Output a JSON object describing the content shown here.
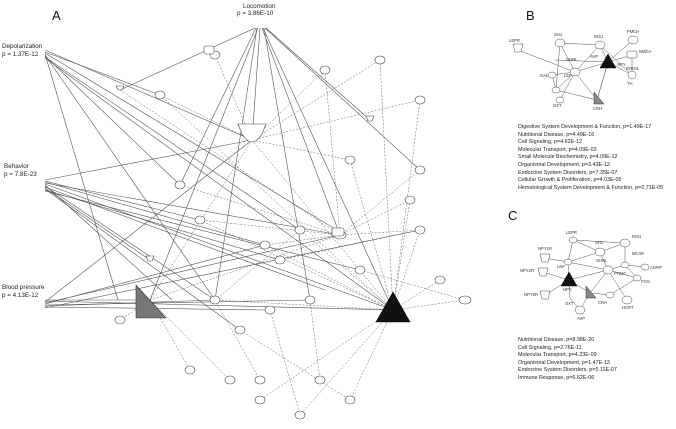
{
  "panel_a": {
    "letter": "A",
    "functions": [
      {
        "name": "Locomotion",
        "p": "p = 3.86E-10"
      },
      {
        "name": "Depolarization",
        "p": "p = 1.37E-12"
      },
      {
        "name": "Behavior",
        "p": "p = 7.8E-23"
      },
      {
        "name": "Blood pressure",
        "p": "p = 4.13E-12"
      }
    ]
  },
  "panel_b": {
    "letter": "B",
    "node_labels": [
      "SH1",
      "INS1",
      "LEPR",
      "GHRL",
      "AVP",
      "PMCH",
      "NMDA",
      "NPY",
      "GAL",
      "LEP",
      "OXT",
      "CRH",
      "GRIN1",
      "TH"
    ],
    "functions": [
      "Digestive System Development & Function, p=1.49E-17",
      "Nutritional Disease, p=4.49E-16",
      "Cell Signaling, p=4.62E-12",
      "Molecular Transport, p=4.09E-03",
      "Small Molecule Biochemistry, p=4.09E-12",
      "Organismal Development, p=3.43E-12",
      "Endocrine System Disorders, p=7.35E-07",
      "Cellular Growth & Proliferation, p=4.03E-05",
      "Hematological System Development & Function, p=2.71E-05"
    ]
  },
  "panel_c": {
    "letter": "C",
    "node_labels": [
      "SH1",
      "LEPR",
      "NPY1R",
      "GHRL",
      "LEP",
      "INS1",
      "NPY2R",
      "NPY",
      "NPY5R",
      "OXT",
      "CRH",
      "POMC",
      "AVP",
      "HCRT",
      "AGRP",
      "MC4R",
      "FOS"
    ],
    "functions": [
      "Nutritional Disease, p=8.98E-20",
      "Cell Signaling, p=2.76E-11",
      "Molecular Transport, p=4.23E-09",
      "Organismal Development, p=1.47E-13",
      "Endocrine System Disorders, p=5.11E-07",
      "Immune Response, p=6.62E-06"
    ]
  }
}
